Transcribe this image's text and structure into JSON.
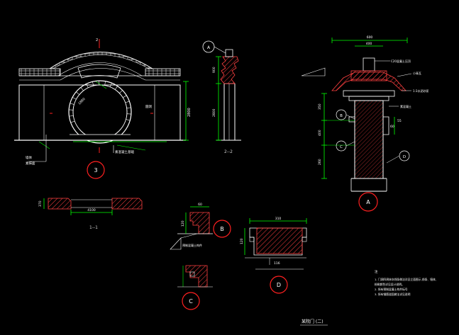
{
  "colors": {
    "background": "#000000",
    "line": "#ffffff",
    "dimension": "#00ff00",
    "callout": "#ff2020",
    "hatch": "#ff4040",
    "text": "#ffffff",
    "section_text": "#cccccc"
  },
  "drawing": {
    "title": "某院门 (二)",
    "callouts": [
      "A",
      "B",
      "C",
      "D",
      "3"
    ],
    "section_labels": {
      "s22": "2--2",
      "s11": "1--1"
    },
    "elevation": {
      "dim_right": "2800",
      "dim_left": "1880",
      "note_bottom": "素混凝土基础",
      "label_left_1": "墙体",
      "label_left_2": "素抹面",
      "label_arch": "圆洞",
      "marker_top": "2"
    },
    "section_22": {
      "dim_top": "900",
      "dim_bottom": "2800"
    },
    "detail_a": {
      "dim_width": "600",
      "dim_inner": "400",
      "dim_left_1": "350",
      "dim_left_2": "400",
      "dim_left_3": "260",
      "dim_step_1": "60",
      "dim_step_2": "55",
      "note_cap": "C20混凝土压顶",
      "note_tile": "小青瓦",
      "note_layer": "1:3水泥砂浆",
      "note_wall": "素混凝土"
    },
    "section_11": {
      "dim_left": "370",
      "dim_mid": "4100"
    },
    "detail_b": {
      "dim_top": "60",
      "dim_side": "120",
      "note": "预制混凝土构件"
    },
    "detail_d": {
      "dim_top": "310",
      "dim_side": "120",
      "dim_bottom": "116"
    },
    "notes": {
      "heading": "注",
      "lines": [
        "1. 门洞四周抹灰线条做法详见立面图示,线条、墙体、",
        "   粉刷颜色详见设计说明。",
        "2. 所有预制混凝土构件标号",
        "3. 所有钢筋锚固做法详见说明"
      ]
    }
  }
}
